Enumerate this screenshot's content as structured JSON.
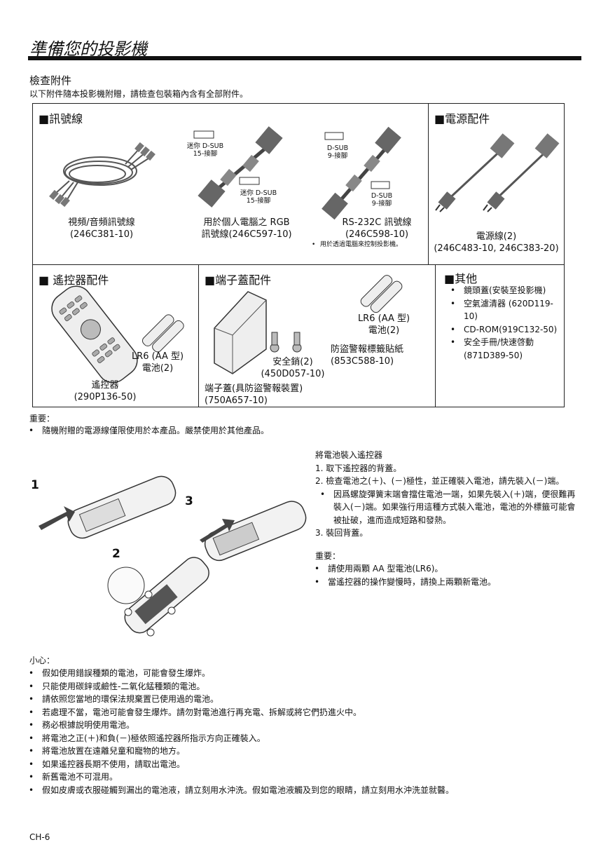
{
  "header": {
    "title": "準備您的投影機"
  },
  "intro": {
    "heading": "檢查附件",
    "text": "以下附件隨本投影機附贈，請檢查包裝箱內含有全部附件。"
  },
  "table": {
    "signal": {
      "title": "■訊號線",
      "av_caption": [
        "視頻/音頻訊號線",
        "(246C381-10)"
      ],
      "rgb_label_top": [
        "迷你 D-SUB",
        "15-接腳"
      ],
      "rgb_label_bottom": [
        "迷你 D-SUB",
        "15-接腳"
      ],
      "rgb_caption": [
        "用於個人電腦之 RGB",
        "訊號線(246C597-10)"
      ],
      "rs_label_top": [
        "D-SUB",
        "9-接腳"
      ],
      "rs_label_bottom": [
        "D-SUB",
        "9-接腳"
      ],
      "rs_caption": [
        "RS-232C 訊號線",
        "(246C598-10)"
      ],
      "rs_note": "用於透過電腦來控制投影機。"
    },
    "power": {
      "title": "■電源配件",
      "caption": [
        "電源線(2)",
        "(246C483-10, 246C383-20)"
      ]
    },
    "remote": {
      "title": "■ 遙控器配件",
      "battery": [
        "LR6 (AA 型)",
        "電池(2)"
      ],
      "caption": [
        "遙控器",
        "(290P136-50)"
      ]
    },
    "terminal": {
      "title": "■端子蓋配件",
      "battery": [
        "LR6 (AA 型)",
        "電池(2)"
      ],
      "sticker": [
        "防盜警報標籤貼紙",
        "(853C588-10)"
      ],
      "pin": [
        "安全銷(2)",
        "(450D057-10)"
      ],
      "cover": [
        "端子蓋(具防盜警報裝置)",
        "(750A657-10)"
      ]
    },
    "other": {
      "title": "■其他",
      "items": [
        "鏡頭蓋(安裝至投影機)",
        "空氣濾清器 (620D119-10)",
        "CD-ROM(919C132-50)",
        "安全手冊/快速啓動 (871D389-50)"
      ]
    }
  },
  "important1": {
    "heading": "重要：",
    "items": [
      "隨機附贈的電源線僅限使用於本產品。嚴禁使用於其他產品。"
    ]
  },
  "battery_install": {
    "heading": "將電池裝入遙控器",
    "step1": "1.  取下遙控器的背蓋。",
    "step2": "2.  檢查電池之(＋)、(－)極性，並正確裝入電池，請先裝入(－)端。",
    "step2_note": "因爲螺旋彈簧末端會擋住電池一端，如果先裝入(＋)端，便很難再裝入(－)端。如果強行用這種方式裝入電池，電池的外標籤可能會被扯破，進而造成短路和發熱。",
    "step3": "3.  裝回背蓋。",
    "diagram_numbers": [
      "1",
      "2",
      "3"
    ]
  },
  "important2": {
    "heading": "重要：",
    "items": [
      "請使用兩顆 AA 型電池(LR6)。",
      "當遙控器的操作變慢時，請換上兩顆新電池。"
    ]
  },
  "caution": {
    "heading": "小心：",
    "items": [
      "假如使用錯誤種類的電池，可能會發生爆炸。",
      "只能使用碳鋅或鹼性-二氧化錳種類的電池。",
      "請依照您當地的環保法規棄置已使用過的電池。",
      "若處理不當，電池可能會發生爆炸。請勿對電池進行再充電、拆解或將它們扔進火中。",
      "務必根據說明使用電池。",
      "將電池之正(＋)和負(－)極依照遙控器所指示方向正確裝入。",
      "將電池放置在遠離兒童和寵物的地方。",
      "如果遙控器長期不使用，請取出電池。",
      "新舊電池不可混用。",
      "假如皮膚或衣服碰觸到漏出的電池液，請立刻用水沖洗。假如電池液觸及到您的眼睛，請立刻用水沖洗並就醫。"
    ]
  },
  "footer": {
    "page": "CH-6"
  }
}
